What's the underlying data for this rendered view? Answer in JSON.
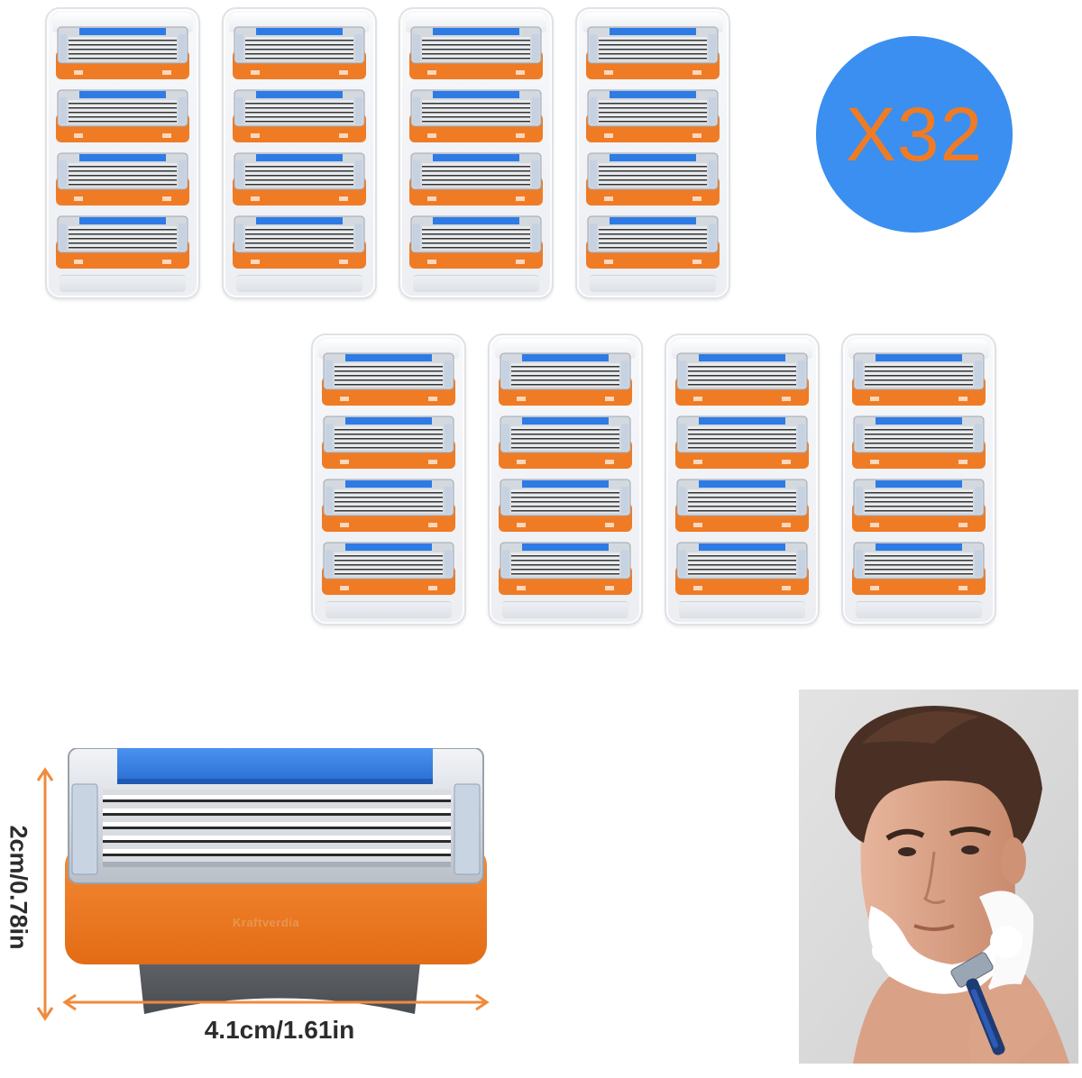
{
  "badge": {
    "text": "X32"
  },
  "dimensions": {
    "width_label": "4.1cm/1.61in",
    "height_label": "2cm/0.78in"
  },
  "brand": {
    "mark": "Kraftverdia"
  },
  "colors": {
    "cartridge_orange": "#f07b25",
    "blade_blue": "#2e7be5",
    "badge_blue": "#3a8ff0",
    "badge_text": "#f07b25",
    "arrow": "#f08a3c"
  },
  "packs": {
    "per_pack": 4,
    "pack_count": 8
  }
}
